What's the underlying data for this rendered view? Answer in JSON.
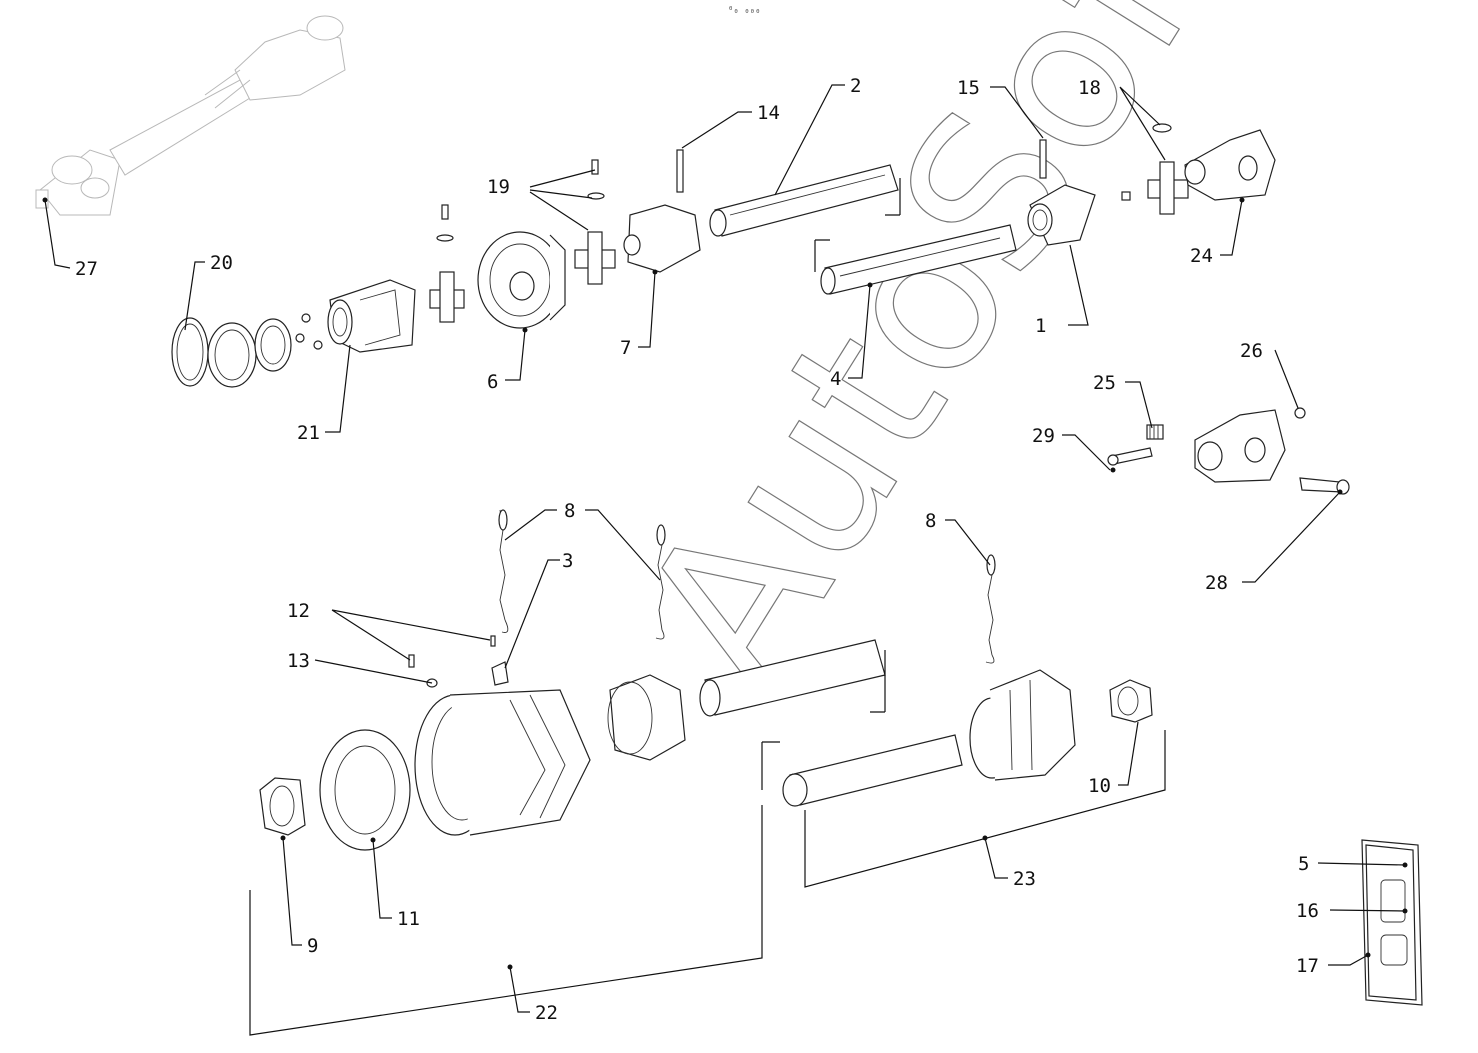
{
  "diagram": {
    "header_mark": "⁰₀ ₀₀₀",
    "watermark": "AutoSoft",
    "callouts": [
      "1",
      "2",
      "3",
      "4",
      "5",
      "6",
      "7",
      "8",
      "9",
      "10",
      "11",
      "12",
      "13",
      "14",
      "15",
      "16",
      "17",
      "18",
      "19",
      "20",
      "21",
      "22",
      "23",
      "24",
      "25",
      "26",
      "27",
      "28",
      "29"
    ],
    "callout_8_second": "8"
  }
}
